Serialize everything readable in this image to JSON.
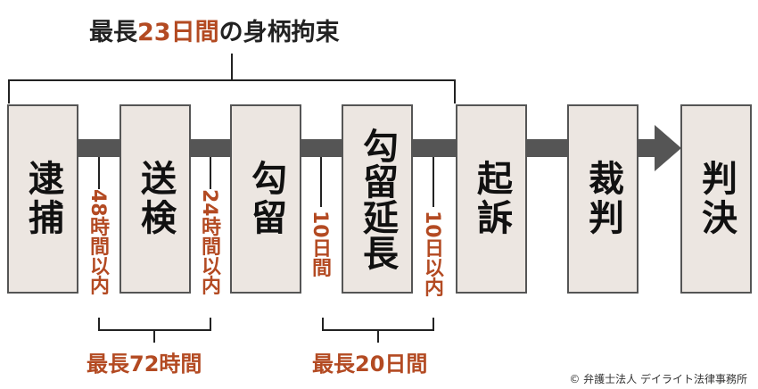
{
  "title": {
    "pre": "最長",
    "accent": "23日間",
    "post": "の身柄拘束"
  },
  "stages": [
    {
      "id": "arrest",
      "label": "逮捕"
    },
    {
      "id": "sending",
      "label": "送検"
    },
    {
      "id": "detention",
      "label": "勾留"
    },
    {
      "id": "extension",
      "label": "勾留延長"
    },
    {
      "id": "indictment",
      "label": "起訴"
    },
    {
      "id": "trial",
      "label": "裁判"
    },
    {
      "id": "judgment",
      "label": "判決"
    }
  ],
  "notes": {
    "n48": "48時間以内",
    "n24": "24時間以内",
    "n10a": "10日間",
    "n10b": "10日以内"
  },
  "brace_labels": {
    "max72": "最長72時間",
    "max20": "最長20日間"
  },
  "credit": "© 弁護士法人 デイライト法律事務所",
  "colors": {
    "accent": "#b34a22",
    "box_fill": "#ece6e1",
    "arrow": "#555555"
  }
}
